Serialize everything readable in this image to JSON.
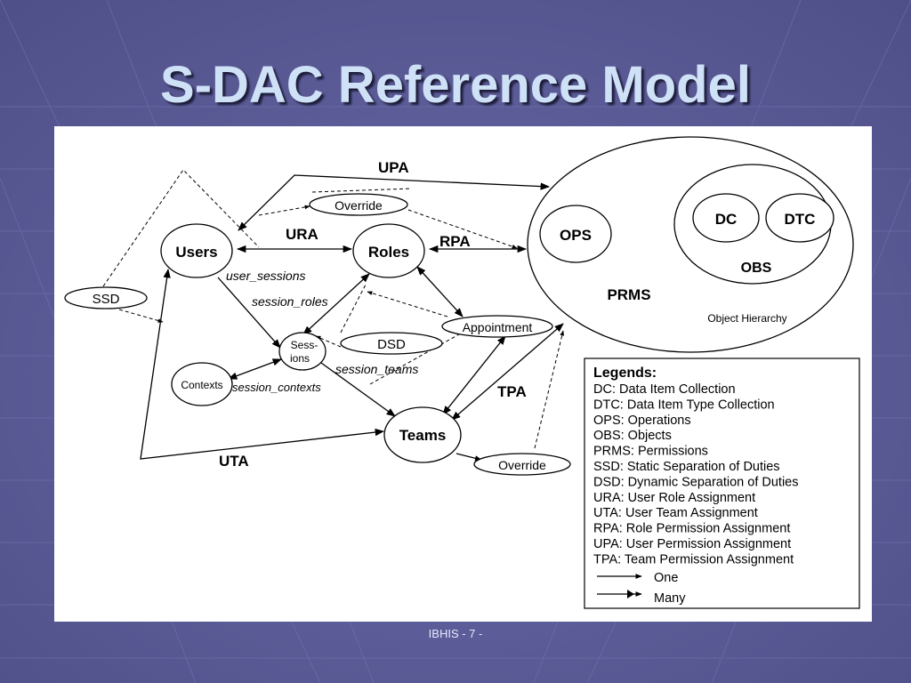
{
  "slide": {
    "title": "S-DAC Reference Model",
    "footer": "IBHIS - 7 -"
  },
  "diagram": {
    "nodes": {
      "users": "Users",
      "roles": "Roles",
      "teams": "Teams",
      "sessions_line1": "Sess-",
      "sessions_line2": "ions",
      "contexts": "Contexts",
      "ssd": "SSD",
      "dsd": "DSD",
      "override_top": "Override",
      "override_bottom": "Override",
      "appointment": "Appointment",
      "ops": "OPS",
      "dc": "DC",
      "dtc": "DTC",
      "obs": "OBS",
      "prms": "PRMS",
      "object_hierarchy": "Object Hierarchy"
    },
    "edge_labels": {
      "upa": "UPA",
      "ura": "URA",
      "rpa": "RPA",
      "tpa": "TPA",
      "uta": "UTA",
      "user_sessions": "user_sessions",
      "session_roles": "session_roles",
      "session_teams": "session_teams",
      "session_contexts": "session_contexts"
    },
    "legend": {
      "title": "Legends:",
      "items": [
        "DC: Data Item Collection",
        "DTC: Data Item Type Collection",
        "OPS: Operations",
        "OBS: Objects",
        "PRMS: Permissions",
        "SSD: Static Separation of Duties",
        "DSD: Dynamic Separation of Duties",
        "URA: User Role Assignment",
        "UTA: User Team Assignment",
        "RPA: Role Permission Assignment",
        "UPA: User Permission Assignment",
        "TPA: Team Permission Assignment"
      ],
      "one_label": "One",
      "many_label": "Many"
    }
  }
}
